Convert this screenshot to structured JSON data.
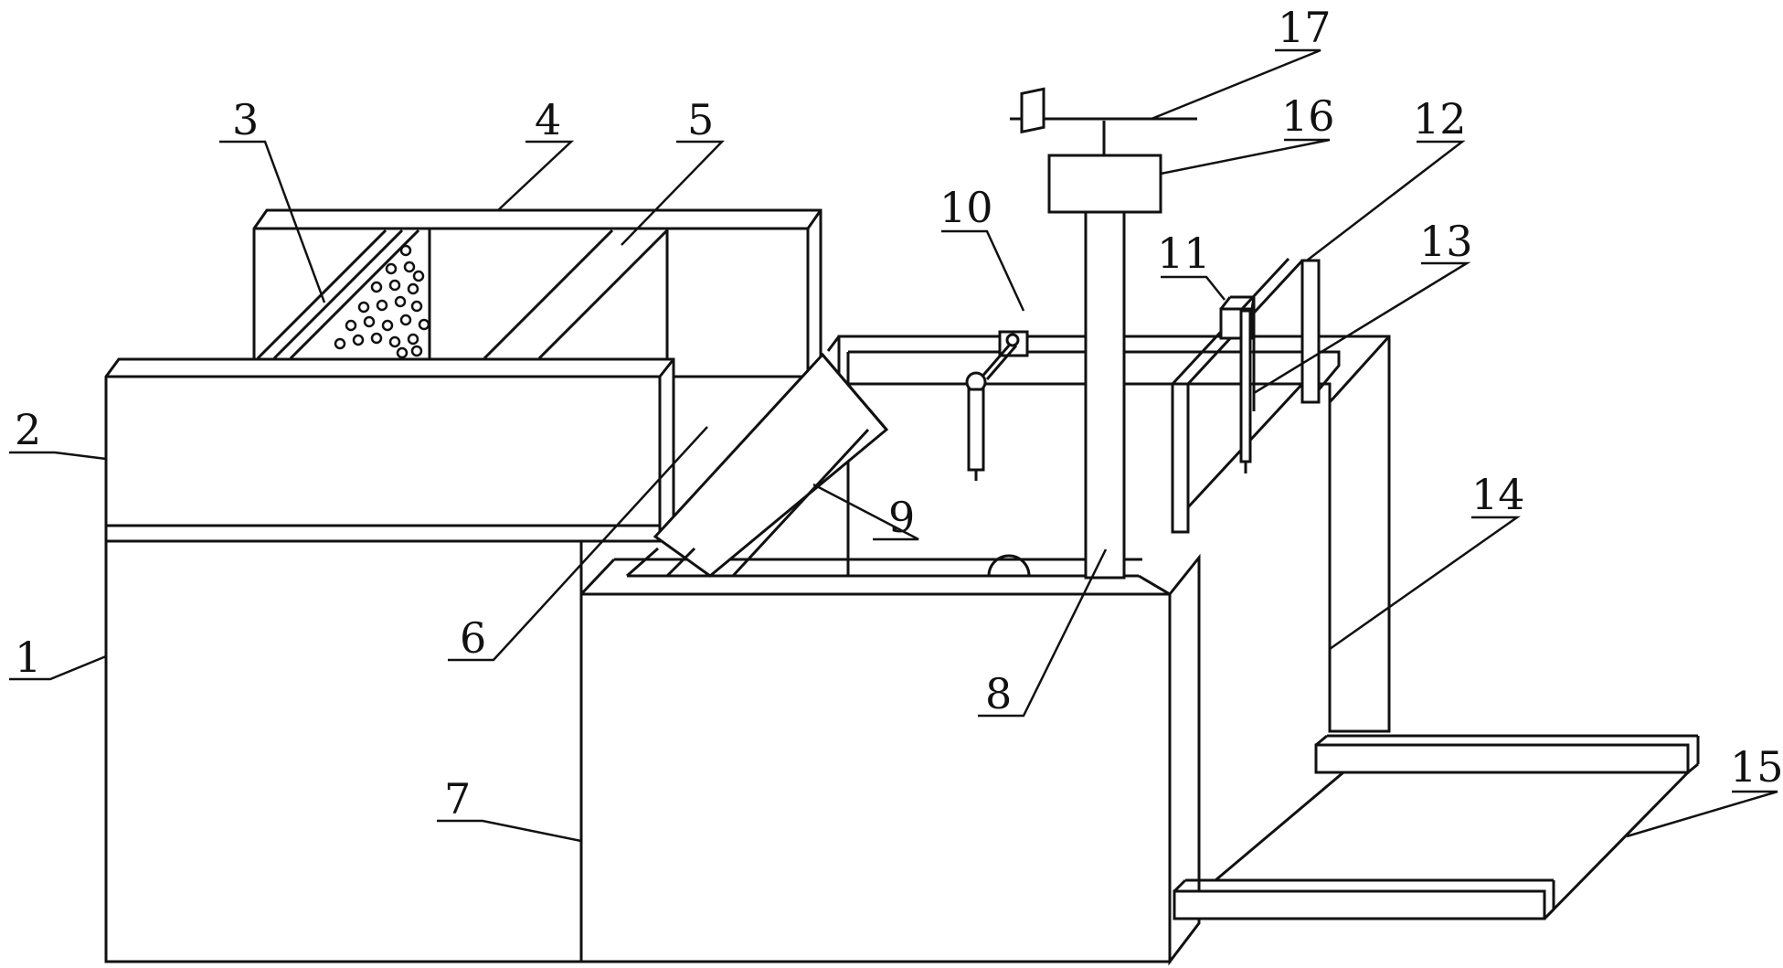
{
  "figure": {
    "description_kind": "patent line drawing",
    "labels": [
      "1",
      "2",
      "3",
      "4",
      "5",
      "6",
      "7",
      "8",
      "9",
      "10",
      "11",
      "12",
      "13",
      "14",
      "15",
      "16",
      "17"
    ],
    "line_color": "#111111",
    "background": "#ffffff"
  }
}
